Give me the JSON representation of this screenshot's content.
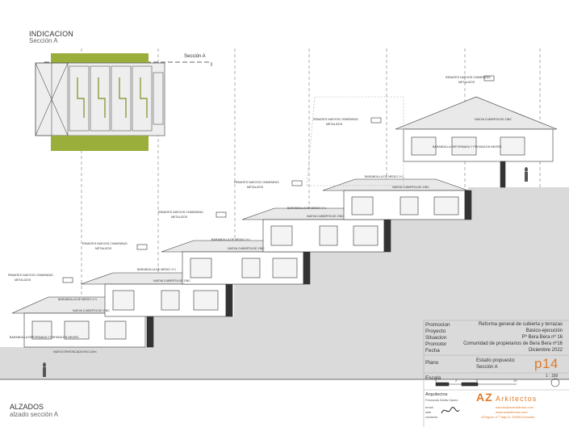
{
  "indication": {
    "title": "INDICACION",
    "subtitle": "Sección A",
    "section_label": "Sección A"
  },
  "elevation": {
    "title": "ALZADOS",
    "subtitle": "alzado sección A"
  },
  "notes": [
    "REMATES NUEVOS CHIMENEAS",
    "METALIZOS",
    "REMATES NUEVOS CHIMENEAS",
    "METALIZOS",
    "REMATES NUEVOS CHIMENEAS",
    "METALIZOS",
    "REMATES NUEVOS CHIMENEAS",
    "METALIZOS",
    "REMATES NUEVOS CHIMENEAS",
    "METALIZOS",
    "REMATES NUEVOS CHIMENEAS",
    "METALIZOS",
    "NUEVA CUBIERTA DE ZINC",
    "NUEVA CUBIERTA DE ZINC",
    "NUEVA CUBIERTA DE ZINC",
    "NUEVA CUBIERTA DE ZINC",
    "NUEVA CUBIERTA DE ZINC",
    "NUEVA CUBIERTA DE ZINC",
    "BARANDILLA DE MEDIO 1+1",
    "BARANDILLA DE MEDIO 1+1",
    "BARANDILLA DE MEDIO 1+1",
    "BARANDILLA DE MEDIO 1+1",
    "BARANDILLA DE MEDIO 1+1",
    "BARANDILLA REFORMADA Y PINTADA EN NEGRO",
    "BARANDILLA REFORMADA Y PINTADA EN NEGRO",
    "NUEVO ENFOSCADO EN 0.20m"
  ],
  "titleblock": {
    "rows": [
      {
        "k": "Promocion",
        "v": "Reforma general de cubierta y terrazas"
      },
      {
        "k": "Proyecto",
        "v": "Básico-ejecución"
      },
      {
        "k": "Situacion",
        "v": "Pº Bera Bera nº 16"
      },
      {
        "k": "Promotor",
        "v": "Comunidad de propietarios de Bera Bera nº16"
      },
      {
        "k": "Fecha",
        "v": "Diciembre 2022"
      }
    ],
    "plano_label": "Plano",
    "plano_value": "Estado propuesto:",
    "plano_value2": "Sección A",
    "page": "p14",
    "escala_label": "Escala",
    "escala_value": "1 : 150",
    "scale_ticks": [
      "0",
      "2",
      "5",
      "10"
    ],
    "architects_label": "Arquitectos",
    "architect_name": "Fernando Molla Cáceo",
    "contact_labels": [
      "email",
      "web",
      "contacto"
    ],
    "contact_values": [
      "estudio@azarkitectos.com",
      "www.azarkitectos.com",
      "c/Peguzo n°7 bajo A, 20008 Donostia"
    ],
    "brand_a": "AZ",
    "brand_b": "Arkitectos"
  },
  "colors": {
    "accent": "#e07b2a",
    "plan_green": "#9aae3c"
  }
}
